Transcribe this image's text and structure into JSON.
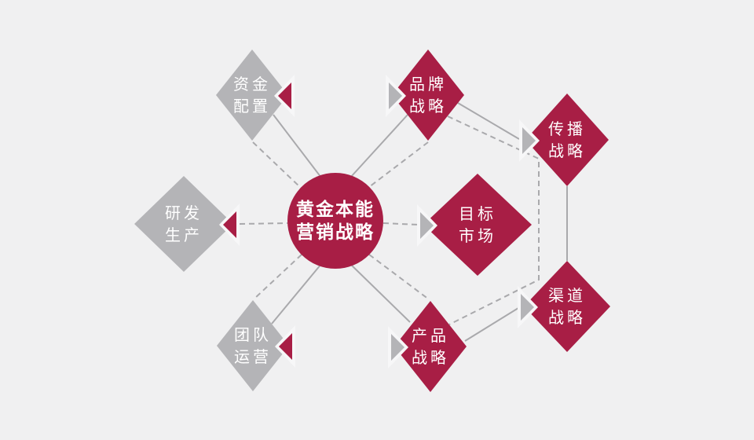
{
  "colors": {
    "background": "#f0f0f1",
    "red": "#a81e45",
    "gray": "#b4b4b7",
    "line": "#a9a9ac",
    "label": "#ffffff"
  },
  "center": {
    "line1": "黄金本能",
    "line2": "营销战略"
  },
  "nodes": [
    {
      "id": "funding-allocation",
      "line1": "资金",
      "line2": "配置",
      "style": "gray",
      "arrow": "red-left"
    },
    {
      "id": "brand-strategy",
      "line1": "品牌",
      "line2": "战略",
      "style": "red",
      "arrow": "gray-right"
    },
    {
      "id": "communication-strategy",
      "line1": "传播",
      "line2": "战略",
      "style": "red",
      "arrow": "gray-right"
    },
    {
      "id": "rd-production",
      "line1": "研发",
      "line2": "生产",
      "style": "gray",
      "arrow": "red-left"
    },
    {
      "id": "target-market",
      "line1": "目标",
      "line2": "市场",
      "style": "red",
      "arrow": "gray-right"
    },
    {
      "id": "team-operations",
      "line1": "团队",
      "line2": "运营",
      "style": "gray",
      "arrow": "red-left"
    },
    {
      "id": "product-strategy",
      "line1": "产品",
      "line2": "战略",
      "style": "red",
      "arrow": "gray-right"
    },
    {
      "id": "channel-strategy",
      "line1": "渠道",
      "line2": "战略",
      "style": "red",
      "arrow": "gray-right"
    }
  ]
}
